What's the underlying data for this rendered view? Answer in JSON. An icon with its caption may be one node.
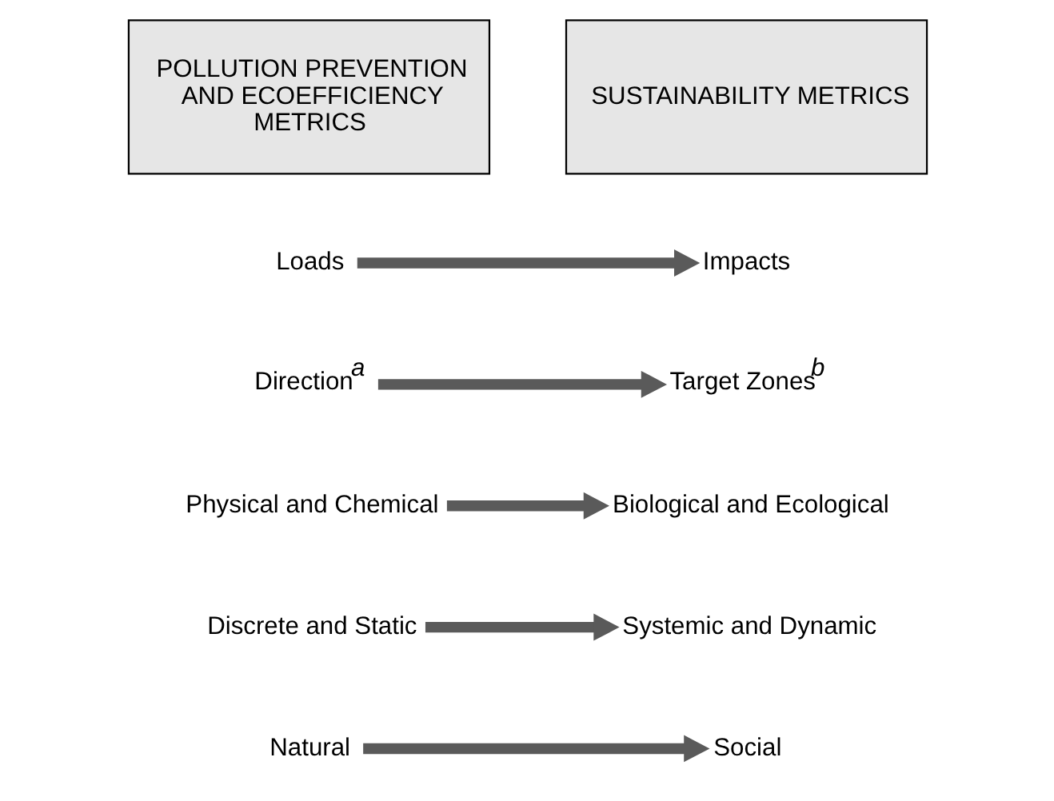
{
  "diagram": {
    "nodes": [
      {
        "text": [
          "POLLUTION PREVENTION AND ECOEFFICIENCY METRICS"
        ]
      },
      {
        "text": [
          "SUSTAINABILITY METRICS"
        ]
      },
      {
        "text": [
          "Loads"
        ]
      },
      {
        "text": [
          "Impacts"
        ]
      },
      {
        "text": [
          "Direction$^{a}$"
        ]
      },
      {
        "text": [
          "Target Zones$^{b}$"
        ]
      },
      {
        "text": [
          "Physical and Chemical"
        ]
      },
      {
        "text": [
          "Biological and Ecological"
        ]
      },
      {
        "text": [
          "Discrete and Static"
        ]
      },
      {
        "text": [
          "Systemic and Dynamic"
        ]
      },
      {
        "text": [
          "Natural"
        ]
      },
      {
        "text": [
          "Social"
        ]
      }
    ],
    "edges": [
      {
        "from": 2,
        "to": 3,
        "arrow": "to"
      },
      {
        "from": 4,
        "to": 5,
        "arrow": "to"
      },
      {
        "from": 6,
        "to": 7,
        "arrow": "to"
      },
      {
        "from": 8,
        "to": 9,
        "arrow": "to"
      },
      {
        "from": 10,
        "to": 11,
        "arrow": "to"
      }
    ]
  }
}
